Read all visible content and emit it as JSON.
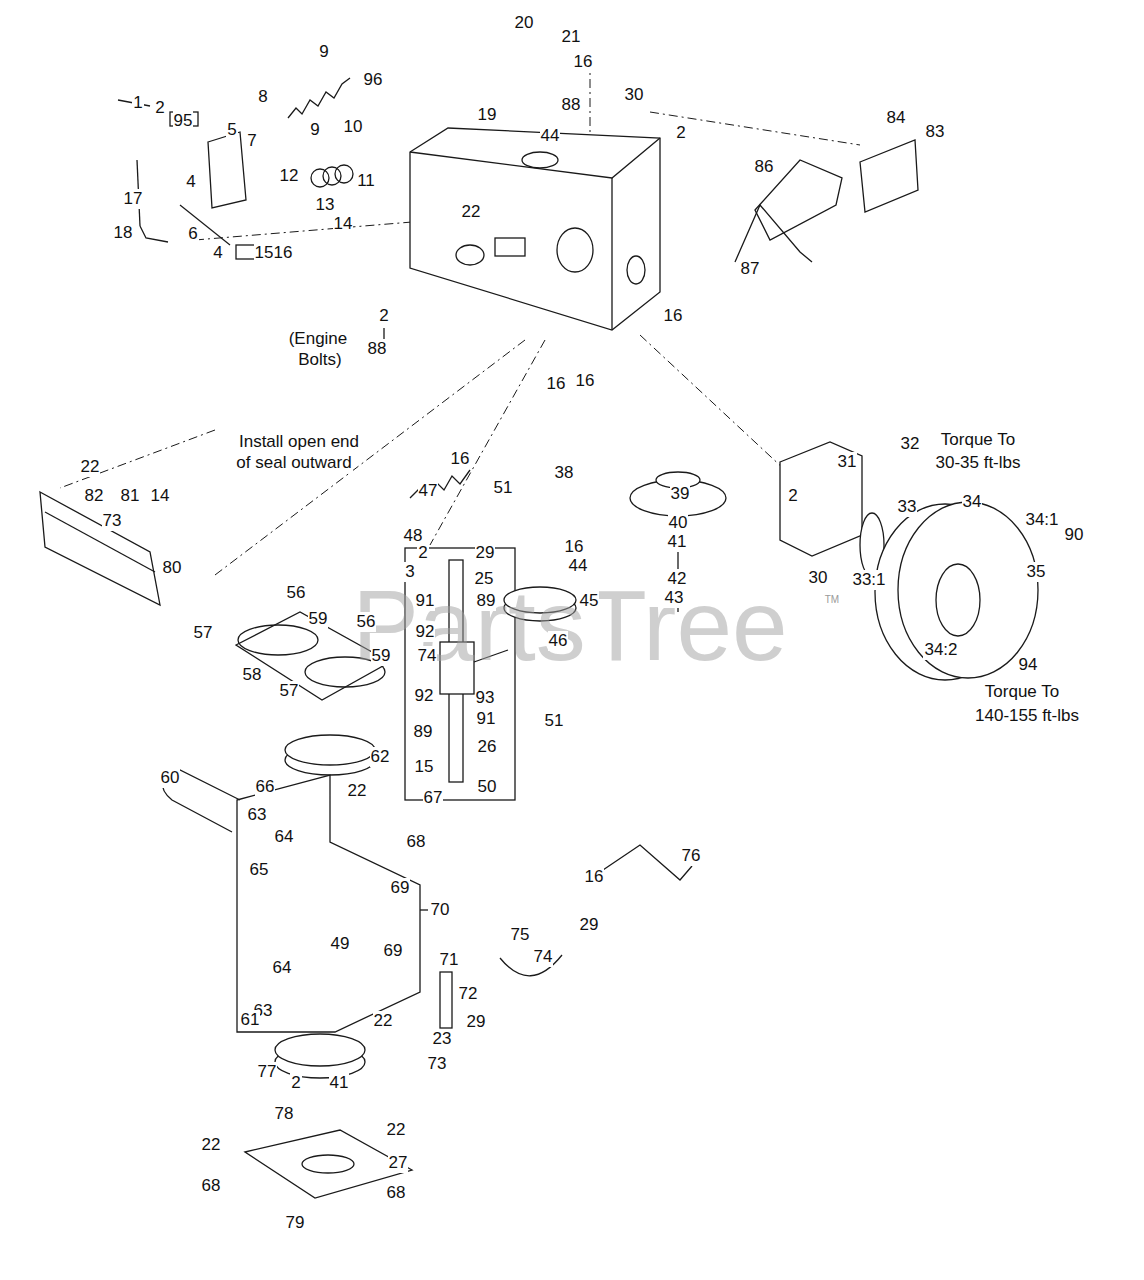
{
  "diagram": {
    "labels": [
      "1",
      "2",
      "95",
      "5",
      "8",
      "9",
      "96",
      "10",
      "9",
      "7",
      "4",
      "12",
      "11",
      "13",
      "14",
      "17",
      "18",
      "6",
      "4",
      "15",
      "16",
      "20",
      "21",
      "16",
      "19",
      "88",
      "44",
      "30",
      "2",
      "22",
      "84",
      "83",
      "86",
      "87",
      "16",
      "2",
      "(Engine",
      "Bolts)",
      "88",
      "16",
      "16",
      "Install open end",
      "of seal outward",
      "22",
      "82",
      "81",
      "14",
      "73",
      "80",
      "16",
      "47",
      "51",
      "48",
      "38",
      "39",
      "31",
      "32",
      "Torque To",
      "30-35 ft-lbs",
      "2",
      "34",
      "34:1",
      "33",
      "90",
      "2",
      "29",
      "3",
      "25",
      "91",
      "89",
      "92",
      "74",
      "92",
      "93",
      "91",
      "89",
      "26",
      "15",
      "50",
      "51",
      "40",
      "41",
      "42",
      "43",
      "16",
      "44",
      "45",
      "46",
      "30",
      "33:1",
      "35",
      "34:2",
      "94",
      "Torque To",
      "140-155 ft-lbs",
      "57",
      "56",
      "59",
      "56",
      "59",
      "58",
      "57",
      "62",
      "60",
      "66",
      "22",
      "67",
      "63",
      "68",
      "64",
      "65",
      "69",
      "70",
      "49",
      "69",
      "64",
      "71",
      "63",
      "75",
      "74",
      "72",
      "22",
      "29",
      "61",
      "23",
      "77",
      "73",
      "41",
      "2",
      "78",
      "22",
      "22",
      "27",
      "68",
      "68",
      "79",
      "16",
      "29",
      "76",
      "PartsTree",
      "TM"
    ]
  }
}
